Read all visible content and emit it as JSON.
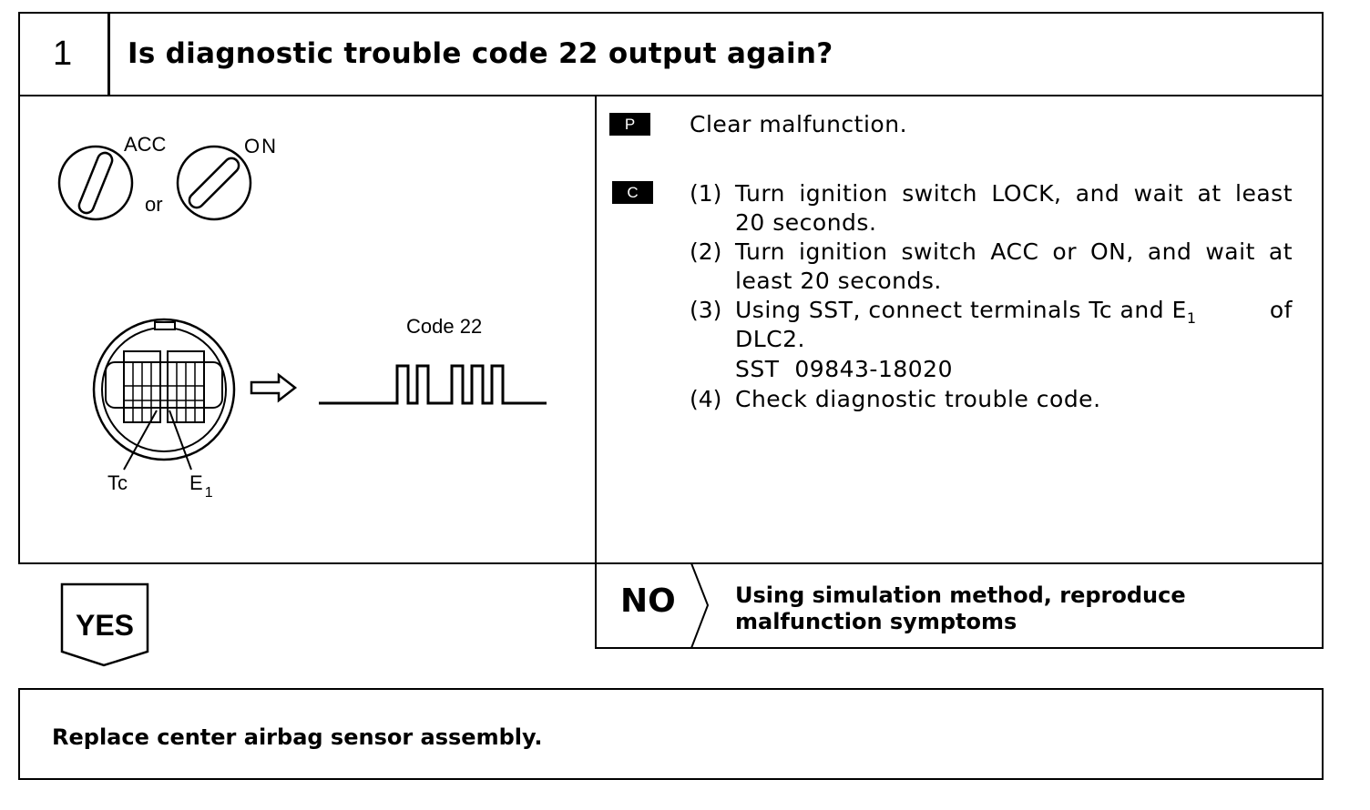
{
  "step": {
    "number": "1",
    "question": "Is diagnostic trouble code 22 output again?"
  },
  "diagram": {
    "acc_label": "ACC",
    "on_label": "ON",
    "or_label": "or",
    "code_label": "Code 22",
    "tc_label": "Tc",
    "e1_label": "E",
    "e1_sub": "1"
  },
  "procedure": {
    "p_tag": "P",
    "p_text": "Clear malfunction.",
    "c_tag": "C",
    "steps": [
      {
        "num": "(1)",
        "lines": [
          "Turn ignition switch LOCK, and wait at least",
          "20 seconds."
        ]
      },
      {
        "num": "(2)",
        "lines": [
          "Turn ignition switch ACC or ON, and wait at",
          "least 20 seconds."
        ]
      },
      {
        "num": "(3)",
        "lines": [
          "Using SST, connect terminals Tc and E",
          "DLC2.",
          "SST  09843-18020"
        ],
        "sub": "1",
        "suffix": "of"
      },
      {
        "num": "(4)",
        "lines": [
          "Check diagnostic trouble code."
        ]
      }
    ]
  },
  "yes": {
    "label": "YES"
  },
  "no": {
    "label": "NO",
    "text_line1": "Using simulation method, reproduce",
    "text_line2": "malfunction symptoms"
  },
  "result": {
    "text": "Replace center airbag sensor assembly."
  }
}
